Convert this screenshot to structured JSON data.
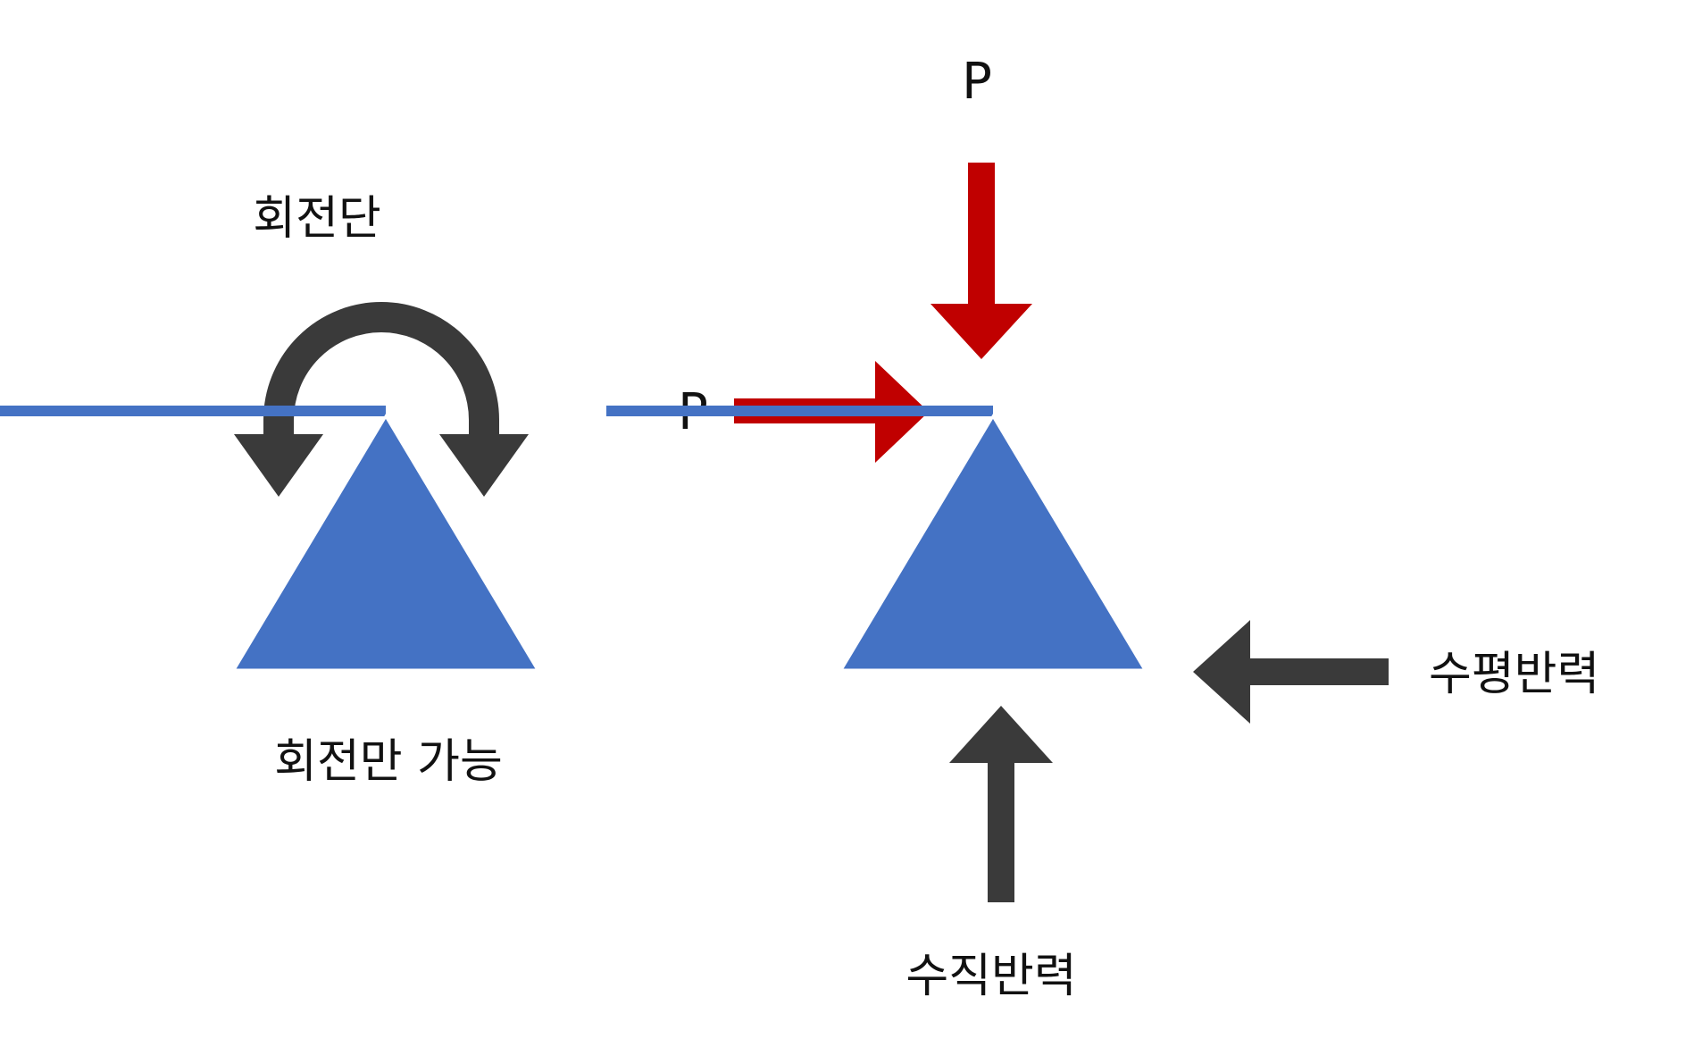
{
  "labels": {
    "rotation_end": "회전단",
    "rotation_only": "회전만 가능",
    "load_vertical": "P",
    "load_horizontal": "P",
    "vertical_reaction": "수직반력",
    "horizontal_reaction": "수평반력"
  },
  "colors": {
    "beam": "#4472C4",
    "support": "#4472C4",
    "load_arrow": "#C00000",
    "reaction_arrow": "#3A3A3A",
    "text": "#111111",
    "background": "#FFFFFF"
  }
}
